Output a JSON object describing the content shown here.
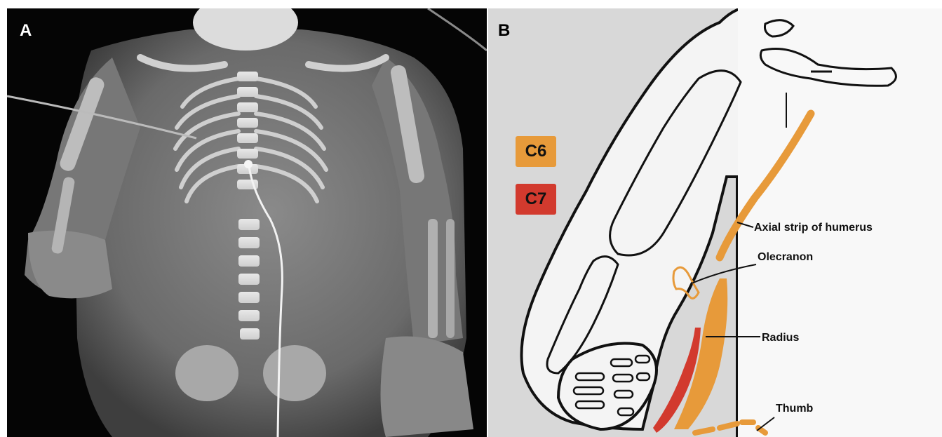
{
  "panel_a": {
    "letter": "A"
  },
  "panel_b": {
    "letter": "B",
    "legend": [
      {
        "label": "C6",
        "color": "#e79a3a"
      },
      {
        "label": "C7",
        "color": "#d23a2e"
      }
    ],
    "callouts": {
      "axial": "Axial strip of humerus",
      "olecranon": "Olecranon",
      "radius": "Radius",
      "thumb": "Thumb"
    }
  }
}
